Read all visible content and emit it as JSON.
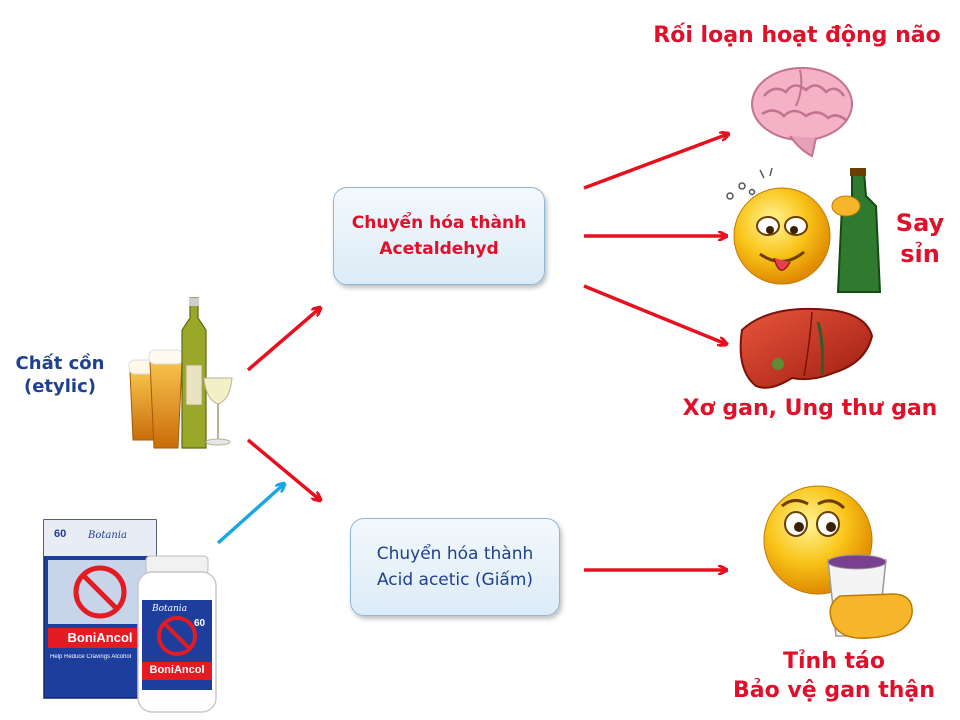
{
  "source": {
    "line1": "Chất cồn",
    "line2": "(etylic)"
  },
  "process_top": {
    "line1": "Chuyển hóa thành",
    "line2": "Acetaldehyd"
  },
  "process_bottom": {
    "line1": "Chuyển hóa thành",
    "line2": "Acid acetic (Giấm)"
  },
  "outcomes": {
    "brain": "Rối loạn hoạt động não",
    "drunk": {
      "line1": "Say",
      "line2": "sỉn"
    },
    "liver": "Xơ gan, Ung thư gan",
    "alert": {
      "line1": "Tỉnh táo",
      "line2": "Bảo vệ gan thận"
    }
  },
  "product": {
    "brand": "BoniAncol",
    "maker": "Botania",
    "count": "60",
    "tagline": "Help Reduce Cravings Alcohol"
  },
  "colors": {
    "arrow_red": "#e8101f",
    "arrow_blue": "#1aa6e4",
    "text_red": "#e0102a",
    "text_blue": "#1f3f8f"
  }
}
